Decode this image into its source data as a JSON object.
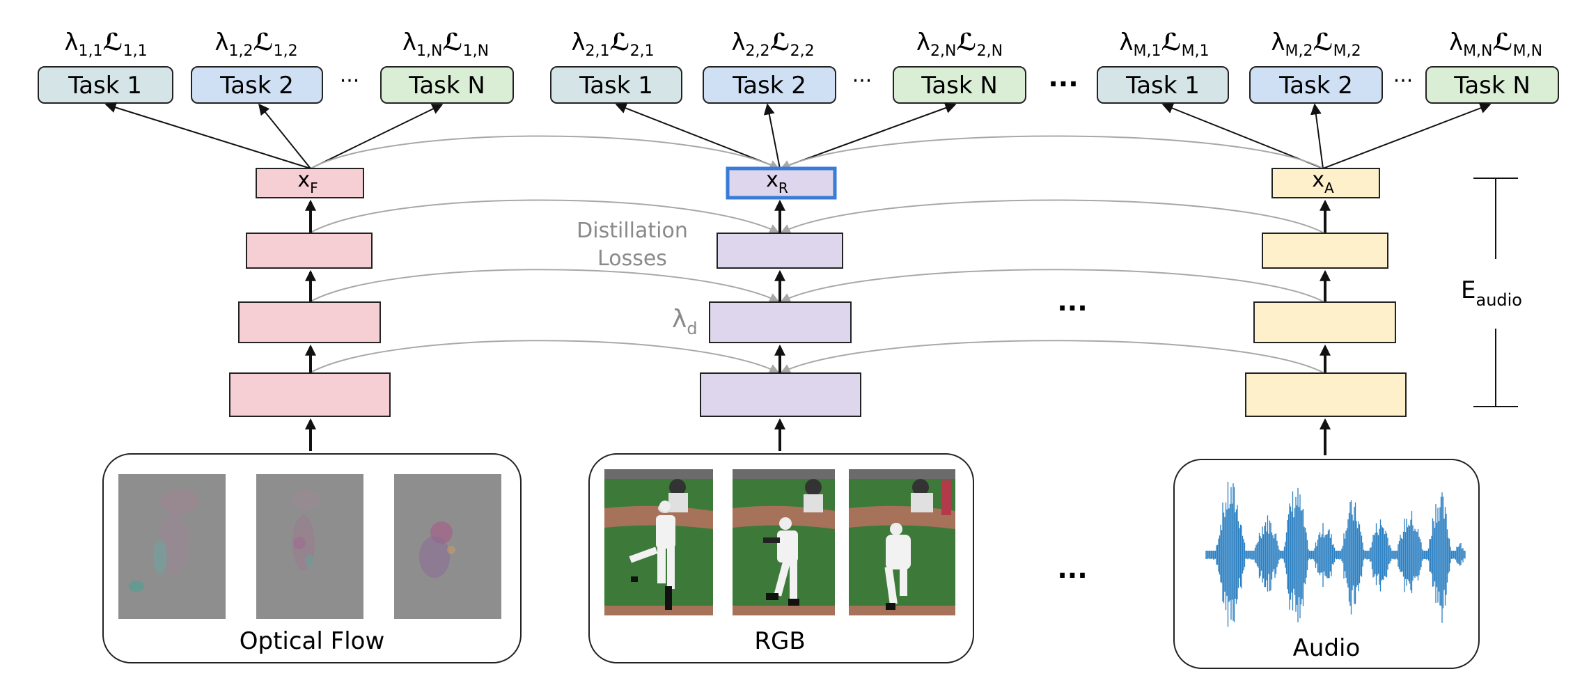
{
  "columns": [
    {
      "name": "flow",
      "input_label": "Optical Flow",
      "feature_label": "x",
      "feature_sub": "F",
      "tasks": [
        {
          "label": "Task 1",
          "loss_sub": "1,1"
        },
        {
          "label": "Task 2",
          "loss_sub": "1,2"
        },
        {
          "label": "Task N",
          "loss_sub": "1,N"
        }
      ]
    },
    {
      "name": "rgb",
      "input_label": "RGB",
      "feature_label": "x",
      "feature_sub": "R",
      "tasks": [
        {
          "label": "Task 1",
          "loss_sub": "2,1"
        },
        {
          "label": "Task 2",
          "loss_sub": "2,2"
        },
        {
          "label": "Task N",
          "loss_sub": "2,N"
        }
      ]
    },
    {
      "name": "audio",
      "input_label": "Audio",
      "feature_label": "x",
      "feature_sub": "A",
      "tasks": [
        {
          "label": "Task 1",
          "loss_sub": "M,1"
        },
        {
          "label": "Task 2",
          "loss_sub": "M,2"
        },
        {
          "label": "Task N",
          "loss_sub": "M,N"
        }
      ]
    }
  ],
  "lambda_symbol": "λ",
  "loss_symbol": "ℒ",
  "ellipsis": "...",
  "small_ellipsis": "···",
  "distillation_label_line1": "Distillation",
  "distillation_label_line2": "Losses",
  "lambda_d_sub": "d",
  "encoder_label": "E",
  "encoder_sub": "audio",
  "colors": {
    "task1_fill": "#d5e4e6",
    "task2_fill": "#cfe0f4",
    "taskN_fill": "#d9eed5",
    "flow_fill": "#f5cfd3",
    "rgb_fill": "#ddd6ec",
    "audio_fill": "#fdf0cb",
    "highlight_border": "#3a7bd5",
    "distill_line": "#a8a8a8",
    "waveform": "#2b7fc1",
    "flow_frame": "#8e8e8e",
    "grass": "#3d7a3a",
    "dirt": "#a7725a"
  }
}
